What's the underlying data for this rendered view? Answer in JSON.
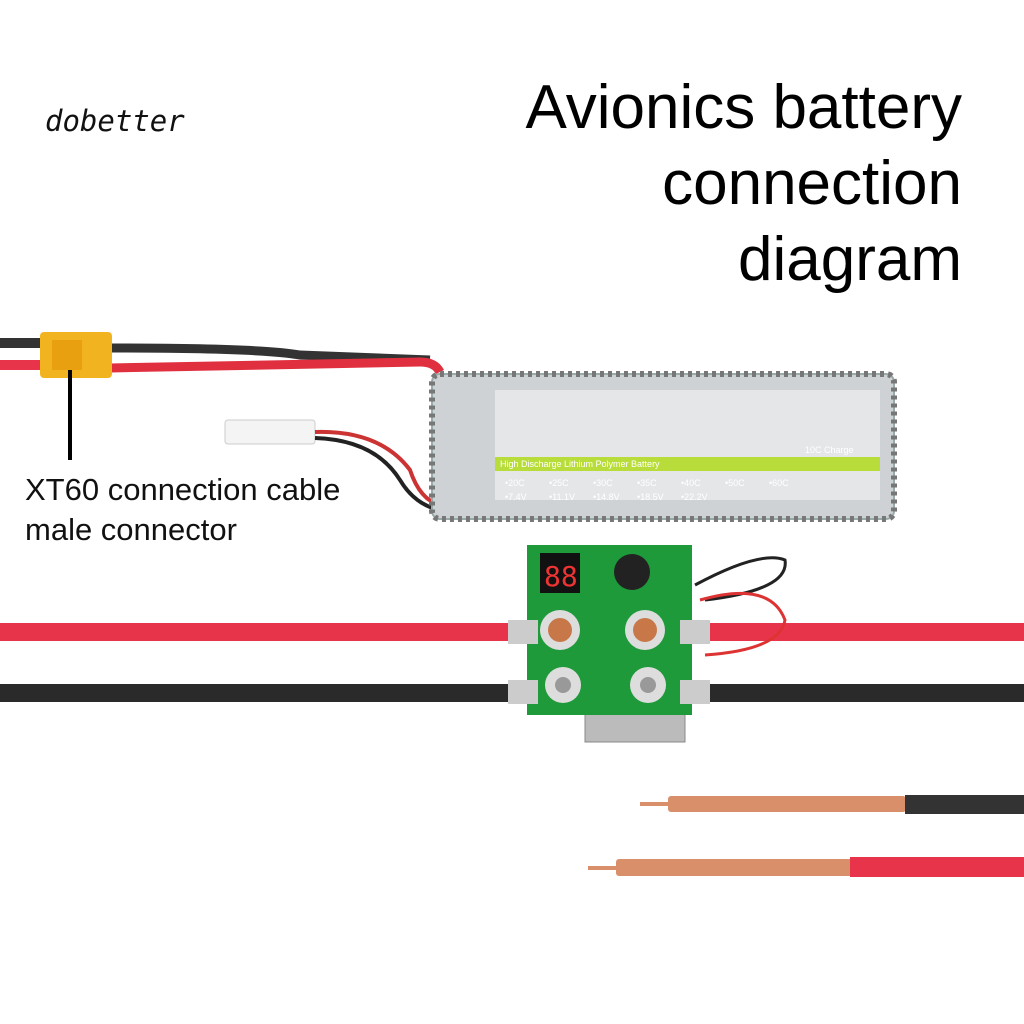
{
  "brand": "dobetter",
  "title": {
    "lines": [
      "Avionics battery",
      "connection",
      "diagram"
    ]
  },
  "callout": {
    "lines": [
      "XT60 connection cable",
      "male connector"
    ]
  },
  "battery_label": {
    "type": "High Discharge Lithium Polymer Battery",
    "c_ratings": [
      "20C",
      "25C",
      "30C",
      "35C",
      "40C",
      "50C",
      "60C"
    ],
    "voltages": [
      "7.4V",
      "11.1V",
      "14.8V",
      "18.5V",
      "22.2V"
    ],
    "charge": "10C Charge"
  },
  "colors": {
    "red_wire": "#e8344a",
    "black_wire": "#2a2a2a",
    "pcb": "#1f9a3a",
    "xt60": "#f2b320",
    "copper": "#d9906a"
  }
}
